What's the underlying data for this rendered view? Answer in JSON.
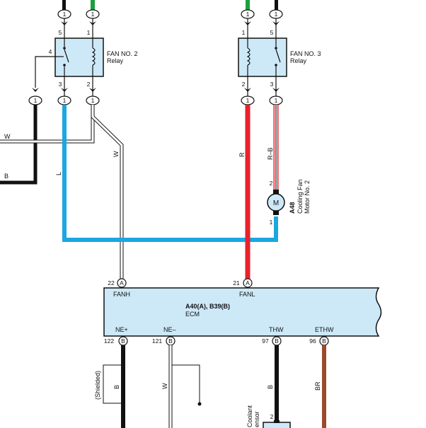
{
  "relays": {
    "fan2": {
      "name": "FAN NO. 2",
      "type": "Relay",
      "pin_top_left": "5",
      "pin_top_right": "1",
      "pin_side": "4",
      "pin_bot_left": "3",
      "pin_bot_right": "2"
    },
    "fan3": {
      "name": "FAN NO. 3",
      "type": "Relay",
      "pin_top_left": "1",
      "pin_top_right": "5",
      "pin_bot_left": "2",
      "pin_bot_right": "3"
    }
  },
  "connector_label": "1",
  "wires": {
    "W": "W",
    "B": "B",
    "L": "L",
    "R": "R",
    "RB": "R–B",
    "BR": "BR"
  },
  "motor": {
    "id": "A48",
    "name_line1": "Cooling Fan",
    "name_line2": "Motor No. 2",
    "symbol": "M",
    "pin_top": "2",
    "pin_bottom": "1"
  },
  "ecm": {
    "title": "A40(A), B39(B)",
    "subtitle": "ECM",
    "fanh_pin": "22",
    "fanh_conn": "A",
    "fanh_label": "FANH",
    "fanl_pin": "21",
    "fanl_conn": "A",
    "fanl_label": "FANL",
    "nep_label": "NE+",
    "nep_pin": "122",
    "nep_conn": "B",
    "nem_label": "NE–",
    "nem_pin": "121",
    "nem_conn": "B",
    "thw_label": "THW",
    "thw_pin": "97",
    "thw_conn": "B",
    "ethw_label": "ETHW",
    "ethw_pin": "96",
    "ethw_conn": "B"
  },
  "shielded_label": "(Shielded)",
  "sensor": {
    "line1": "Coolant",
    "line2": "ensor",
    "pin": "2"
  },
  "colors": {
    "blue_wire": "#1ba7e0",
    "red_wire": "#e8222b",
    "brown_wire": "#9a4a2a",
    "green_wire": "#1aa040",
    "component_fill": "#cde9f8"
  }
}
